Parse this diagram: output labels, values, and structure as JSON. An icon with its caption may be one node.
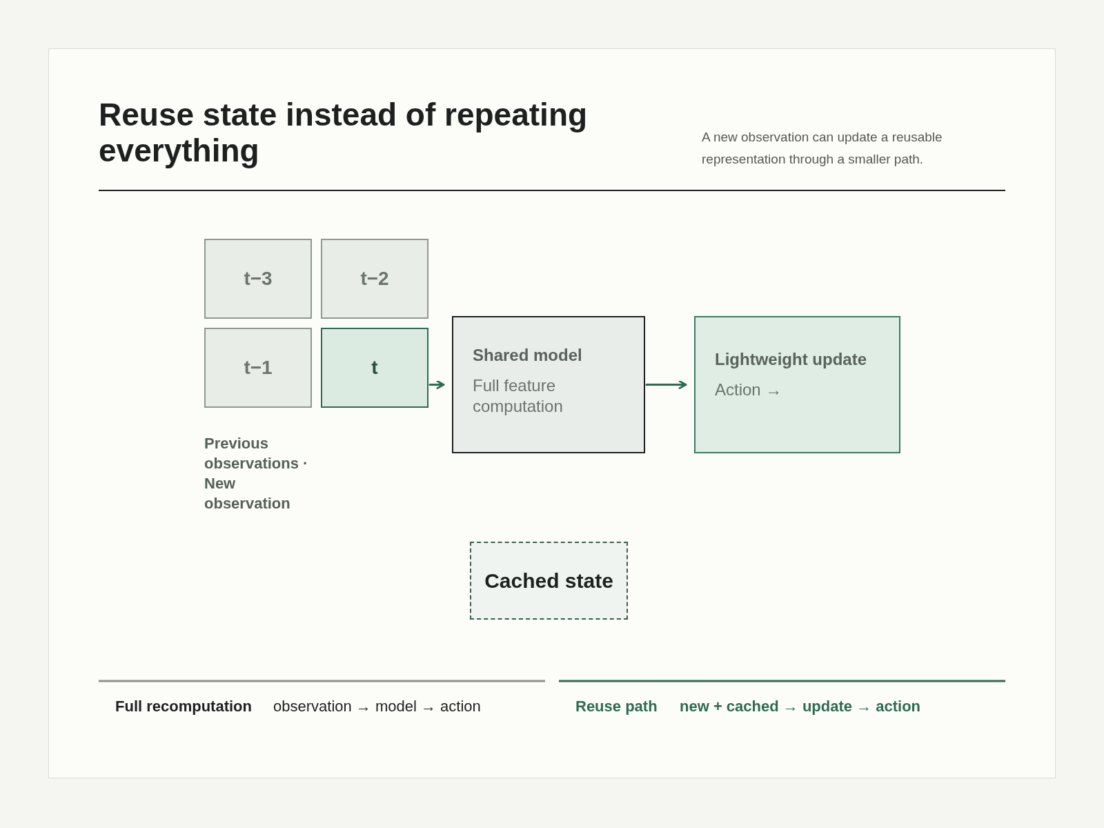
{
  "diagram": {
    "title": "Reuse state instead of repeating everything",
    "nodes": [
      {
        "text": [
          "t−3"
        ]
      },
      {
        "text": [
          "t−2"
        ]
      },
      {
        "text": [
          "t−1"
        ]
      },
      {
        "text": [
          "t"
        ]
      },
      {
        "text": [
          "Shared model",
          "Full feature computation"
        ]
      },
      {
        "text": [
          "Lightweight update",
          "Action →"
        ]
      },
      {
        "text": [
          "Cached state"
        ]
      }
    ],
    "edges": [
      {
        "from": 3,
        "to": 4,
        "arrow": "to"
      },
      {
        "from": 4,
        "to": 5,
        "arrow": "to"
      }
    ],
    "labels": [
      "A new observation can update a reusable representation through a smaller path.",
      "Previous observations · New observation",
      "Full recomputation",
      "observation → model → action",
      "Reuse path",
      "new + cached → update → action"
    ]
  }
}
